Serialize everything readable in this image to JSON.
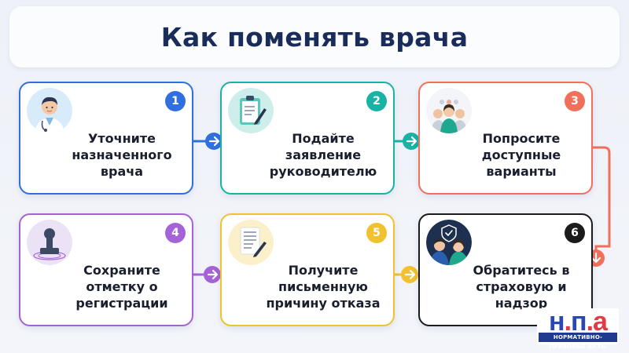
{
  "title": "Как поменять врача",
  "steps": [
    {
      "number": "1",
      "label": "Уточните назначенного врача",
      "icon": "doctor-icon",
      "color": "#2f6fe0"
    },
    {
      "number": "2",
      "label": "Подайте заявление руководителю",
      "icon": "clipboard-icon",
      "color": "#19b3a6"
    },
    {
      "number": "3",
      "label": "Попросите доступные варианты",
      "icon": "medical-team-icon",
      "color": "#f2705b"
    },
    {
      "number": "4",
      "label": "Сохраните отметку о регистрации",
      "icon": "stamp-icon",
      "color": "#a463d6"
    },
    {
      "number": "5",
      "label": "Получите письменную причину отказа",
      "icon": "document-icon",
      "color": "#f1c12e"
    },
    {
      "number": "6",
      "label": "Обратитесь в страховую и надзор",
      "icon": "insurance-shield-icon",
      "color": "#1b1b1b"
    }
  ],
  "logo": {
    "letters": "н.п.а",
    "caption": "НОРМАТИВНО-ПРАВОВЫЕ АКТЫ"
  }
}
